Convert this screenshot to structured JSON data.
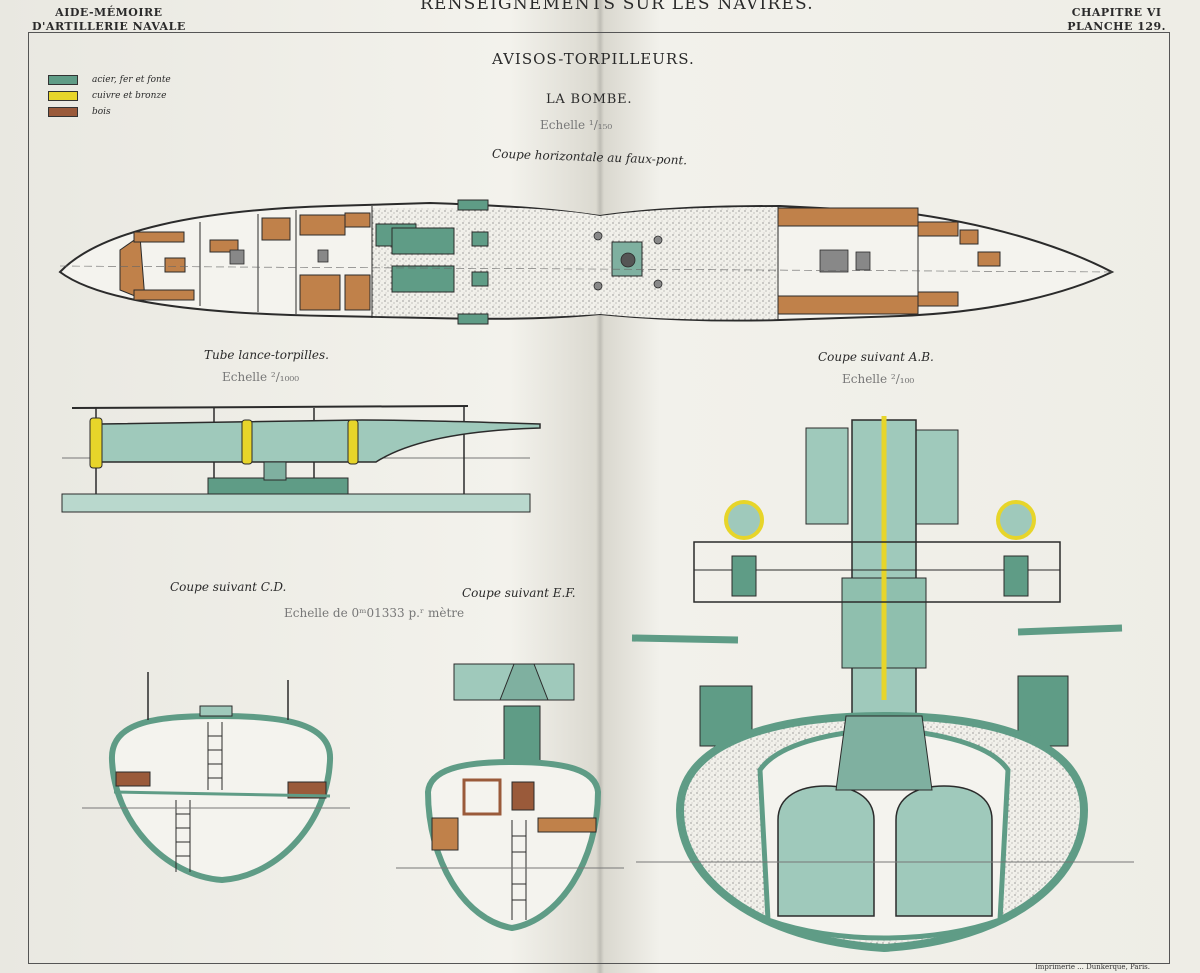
{
  "header": {
    "left_line1": "AIDE-MÉMOIRE",
    "left_line2": "D'ARTILLERIE NAVALE",
    "main_title": "RENSEIGNEMENTS SUR LES NAVIRES.",
    "right_line1": "CHAPITRE VI",
    "right_line2": "PLANCHE 129."
  },
  "plate": {
    "class_title": "AVISOS-TORPILLEURS.",
    "ship_name": "LA BOMBE.",
    "scale_main": "Echelle ¹/₁₅₀",
    "plan_caption": "Coupe horizontale au faux-pont."
  },
  "legend": [
    {
      "label": "acier, fer et fonte",
      "color": "#5f9c86"
    },
    {
      "label": "cuivre et bronze",
      "color": "#e7d52a"
    },
    {
      "label": "bois",
      "color": "#9a5a3a"
    }
  ],
  "sections": {
    "torpedo_tube": {
      "caption": "Tube lance-torpilles.",
      "scale": "Echelle ²/₁₀₀₀"
    },
    "ab": {
      "caption": "Coupe suivant A.B.",
      "scale": "Echelle ²/₁₀₀"
    },
    "cd": {
      "caption": "Coupe suivant C.D.",
      "scale": "Echelle de 0ᵐ01333 p.ʳ mètre"
    },
    "ef": {
      "caption": "Coupe suivant E.F."
    }
  },
  "footer": {
    "imprint": "Imprimerie ... Dunkerque, Paris."
  },
  "colors": {
    "steel": "#9fc9bb",
    "steel_dark": "#5f9c86",
    "brass": "#e7d52a",
    "wood": "#c0814a",
    "ink": "#2b2b2b",
    "paper": "#f3f2ec"
  }
}
